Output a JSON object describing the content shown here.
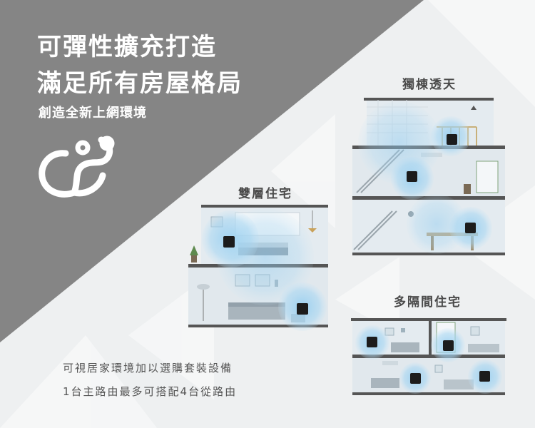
{
  "headline": {
    "line1": "可彈性擴充打造",
    "line2": "滿足所有房屋格局",
    "subtitle": "創造全新上網環境"
  },
  "logo": {
    "icon": "mesh-wifi-logo-icon"
  },
  "houses": {
    "two_story": {
      "label": "雙層住宅"
    },
    "multi_floor": {
      "label": "獨棟透天"
    },
    "multi_room": {
      "label": "多隔間住宅"
    }
  },
  "footer": {
    "line1": "可視居家環境加以選購套裝設備",
    "line2": "1台主路由最多可搭配4台從路由"
  },
  "colors": {
    "banner": "#858585",
    "background": "#eef0f1",
    "coverage": "#9ed0ef",
    "router": "#1c1c1c",
    "floor": "#555555"
  }
}
